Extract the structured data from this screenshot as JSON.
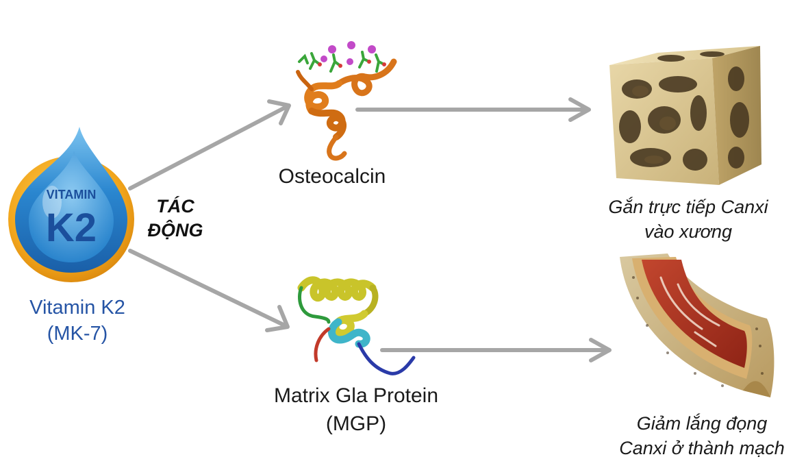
{
  "vitamin": {
    "badge_top": "VITAMIN",
    "badge_main": "K2",
    "caption_line1": "Vitamin K2",
    "caption_line2": "(MK-7)"
  },
  "action": {
    "line1": "TÁC",
    "line2": "ĐỘNG"
  },
  "nodes": {
    "osteocalcin": "Osteocalcin",
    "mgp_line1": "Matrix Gla Protein",
    "mgp_line2": "(MGP)"
  },
  "effects": {
    "bone_line1": "Gắn trực tiếp Canxi",
    "bone_line2": "vào xương",
    "vessel_line1": "Giảm lắng đọng",
    "vessel_line2": "Canxi ở thành mạch"
  },
  "colors": {
    "arrow": "#a6a6a6",
    "caption_blue": "#2554a5",
    "drop_blue": "#2a86cf",
    "ring_orange": "#f2a61c"
  },
  "icons": [
    "vitamin-k2-drop-icon",
    "osteocalcin-protein-icon",
    "mgp-protein-icon",
    "bone-structure-icon",
    "blood-vessel-icon"
  ]
}
